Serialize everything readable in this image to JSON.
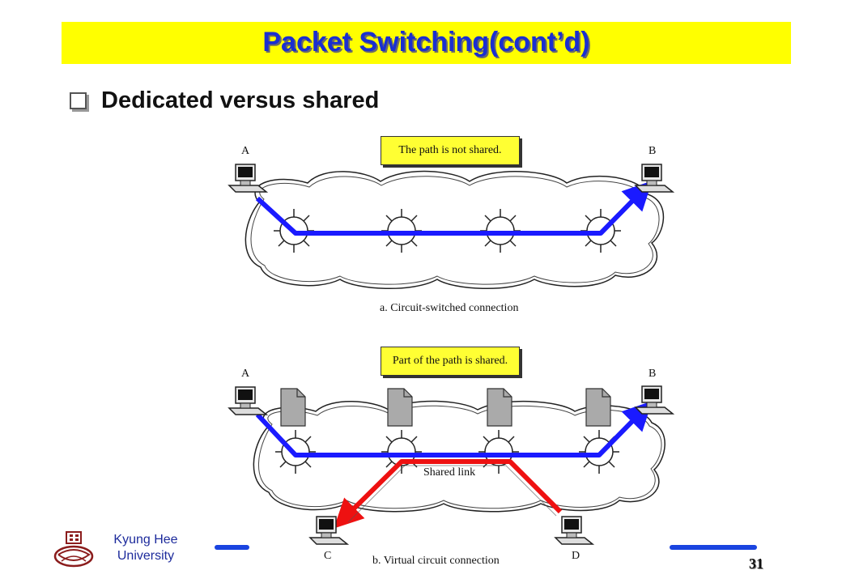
{
  "slide": {
    "title": "Packet Switching(cont’d)",
    "bullet": "Dedicated versus shared",
    "page_number": "31"
  },
  "diagram_a": {
    "note": "The path is not shared.",
    "caption": "a. Circuit-switched connection",
    "node_a": "A",
    "node_b": "B"
  },
  "diagram_b": {
    "note": "Part of the path is shared.",
    "caption": "b. Virtual circuit connection",
    "node_a": "A",
    "node_b": "B",
    "node_c": "C",
    "node_d": "D",
    "shared_label": "Shared link"
  },
  "footer": {
    "university_line1": "Kyung Hee",
    "university_line2": "University"
  },
  "colors": {
    "title_bg": "#ffff00",
    "title_text": "#1a2fd0",
    "path_blue": "#1a1aff",
    "path_red": "#ee1111",
    "footer_bar": "#1a44e0"
  }
}
